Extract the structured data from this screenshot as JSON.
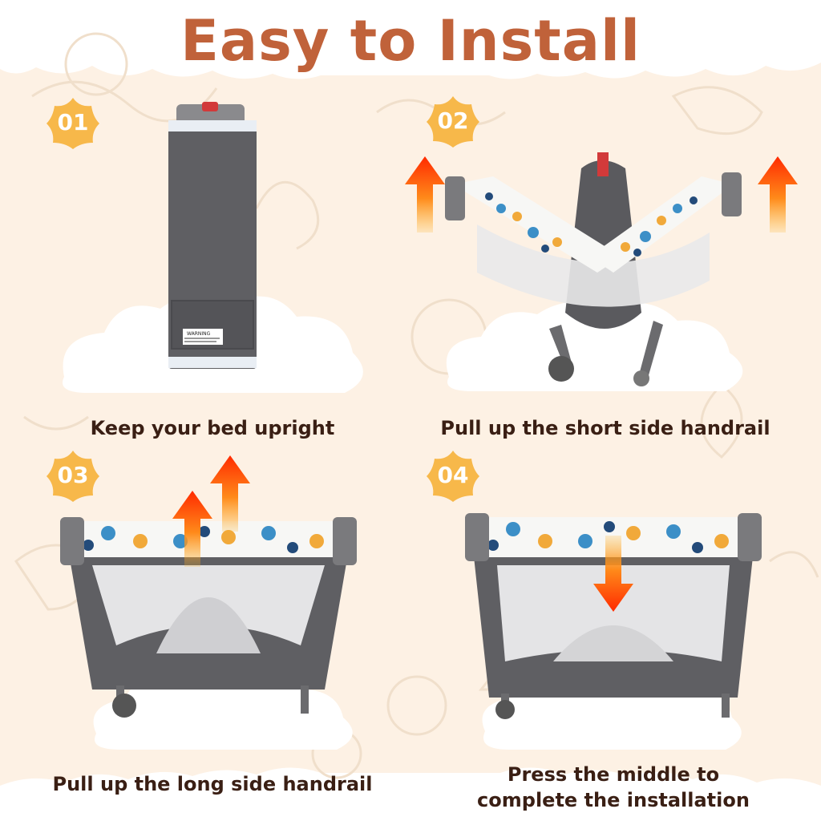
{
  "title": "Easy to Install",
  "steps": [
    {
      "number": "01",
      "caption": "Keep your bed upright"
    },
    {
      "number": "02",
      "caption": "Pull up the short side handrail"
    },
    {
      "number": "03",
      "caption": "Pull up the long side handrail"
    },
    {
      "number": "04",
      "caption_line1": "Press the middle to",
      "caption_line2": "complete the installation"
    }
  ],
  "warning_label": "WARNING",
  "colors": {
    "background": "#fdf1e4",
    "title": "#c0623a",
    "badge": "#f7b84a",
    "caption": "#3a1f14",
    "frame": "#6b6b6e",
    "arrow_top": "#ff2a00",
    "arrow_bottom": "#ff9a1f"
  },
  "icons": [
    "arrow-up-icon",
    "arrow-down-icon",
    "star-badge-icon",
    "cloud-backdrop"
  ]
}
